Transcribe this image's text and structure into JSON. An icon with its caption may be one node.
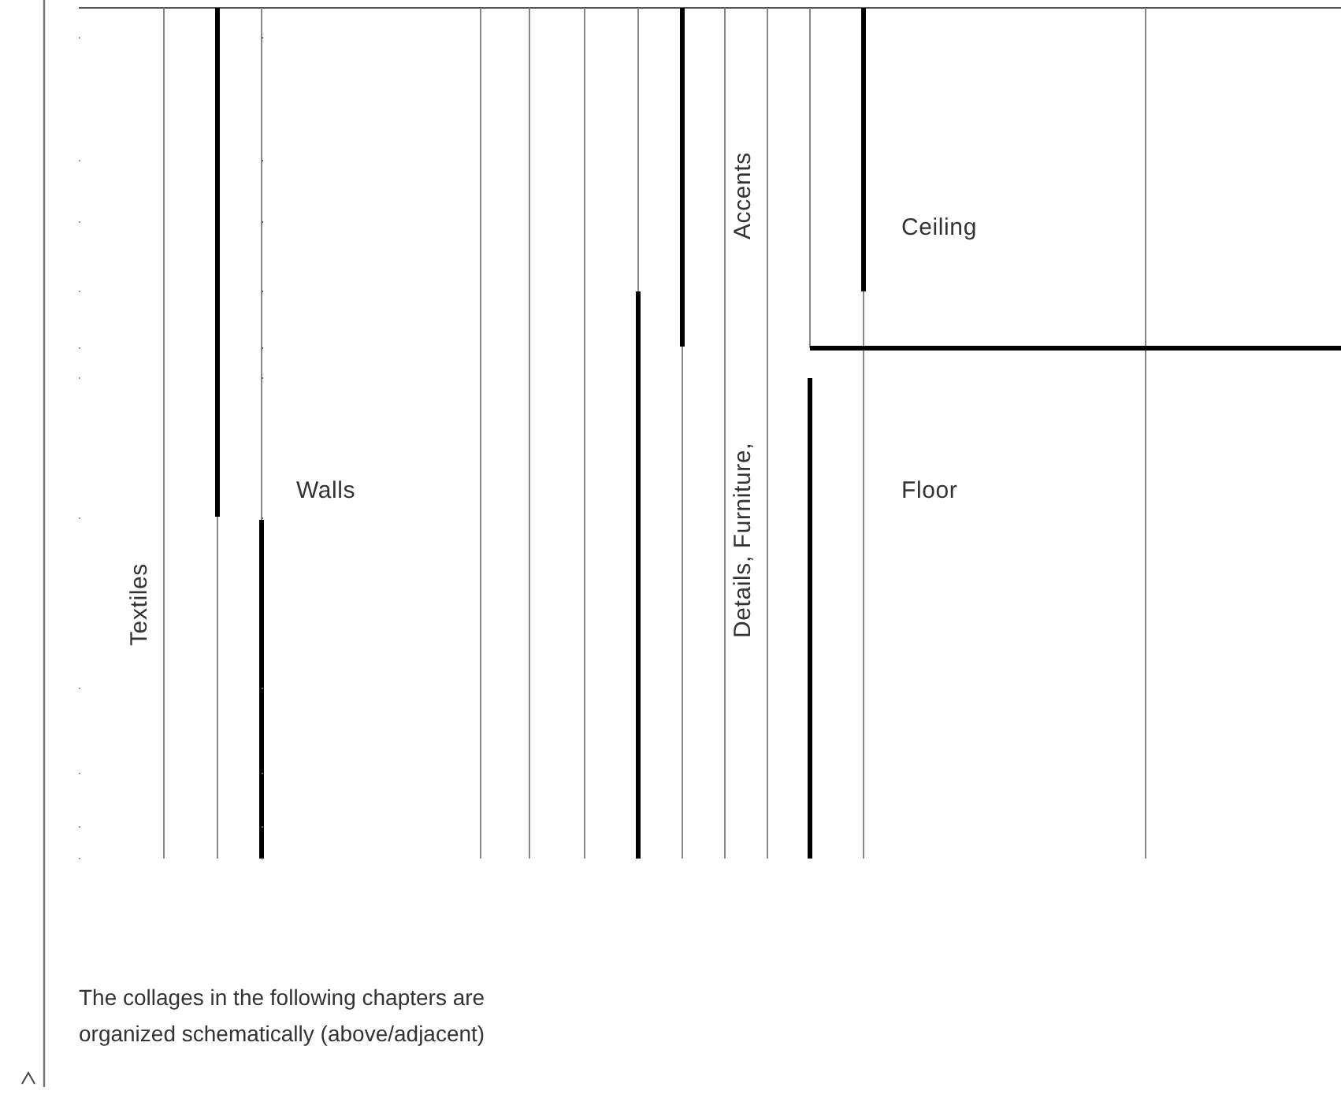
{
  "diagram": {
    "labels": [
      "Accents",
      "Ceiling",
      "Walls",
      "Details, Furniture,",
      "Floor",
      "Textiles"
    ],
    "caption": "The collages in the following chapters are organized schematically (above/adjacent)"
  }
}
